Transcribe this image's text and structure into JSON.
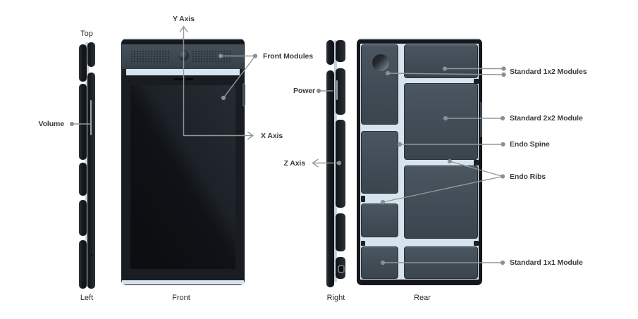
{
  "views": {
    "left_edge": {
      "caption": "Left",
      "top_label": "Top"
    },
    "front": {
      "caption": "Front"
    },
    "right_edge": {
      "caption": "Right"
    },
    "rear": {
      "caption": "Rear"
    }
  },
  "callouts": {
    "volume": {
      "label": "Volume"
    },
    "y_axis": {
      "label": "Y Axis"
    },
    "x_axis": {
      "label": "X Axis"
    },
    "front_modules": {
      "label": "Front Modules"
    },
    "power": {
      "label": "Power"
    },
    "z_axis": {
      "label": "Z Axis"
    },
    "standard_1x2_modules": {
      "label": "Standard 1x2 Modules"
    },
    "standard_2x2_module": {
      "label": "Standard 2x2 Module"
    },
    "endo_spine": {
      "label": "Endo Spine"
    },
    "endo_ribs": {
      "label": "Endo Ribs"
    },
    "standard_1x1_module": {
      "label": "Standard 1x1 Module"
    }
  },
  "colors": {
    "background": "#ffffff",
    "phone_body_dark": "#16191d",
    "module_slate": "#44505a",
    "endo_pale_blue": "#d6e4ee",
    "front_top_bar": "#3c4751",
    "callout_line": "#94979a",
    "callout_dot": "#8b9094",
    "label_text": "#3c3c3c"
  }
}
